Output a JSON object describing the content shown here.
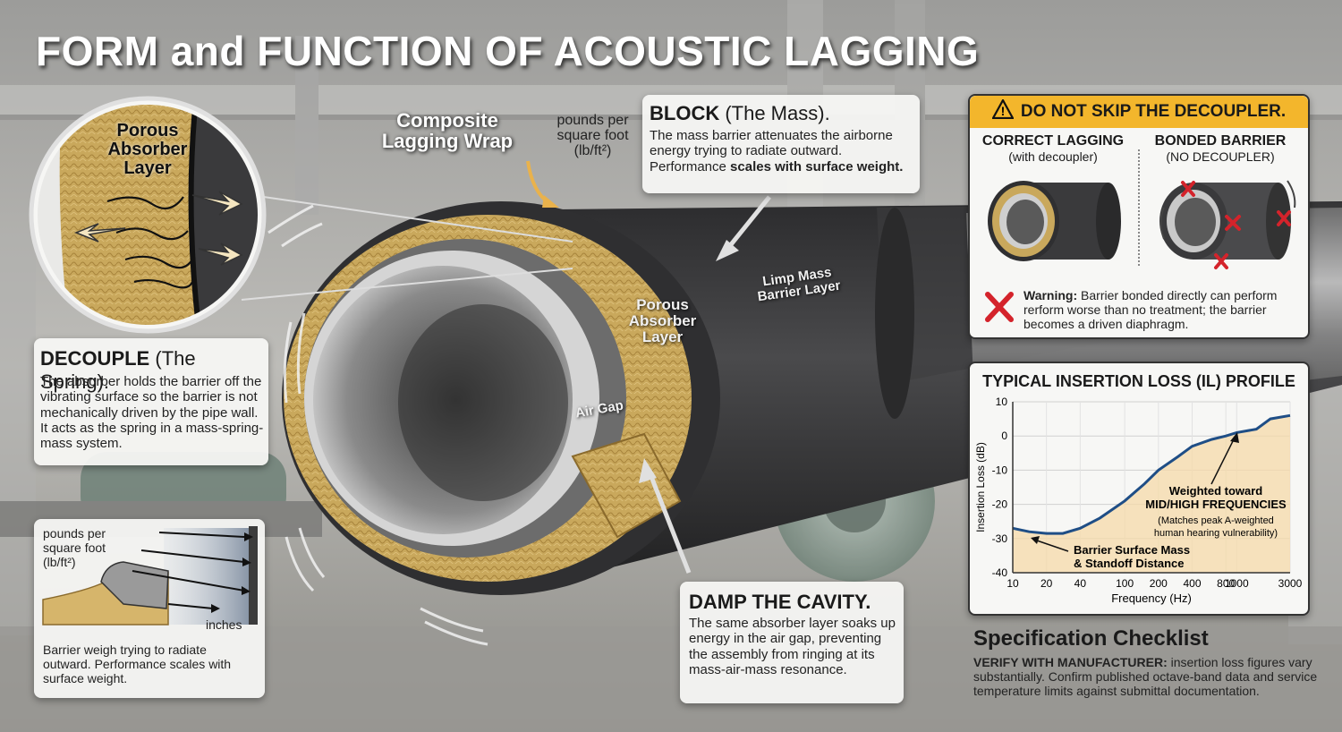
{
  "title": "FORM and FUNCTION OF ACOUSTIC LAGGING",
  "labels": {
    "composite_wrap": "Composite Lagging Wrap",
    "pounds_note": "pounds per square foot (lb/ft²)",
    "porous_absorber_circle": "Porous Absorber Layer",
    "porous_absorber_pipe": "Porous Absorber Layer",
    "limp_mass": "Limp Mass Barrier Layer",
    "air_gap": "Air Gap"
  },
  "block": {
    "heading_bold": "BLOCK",
    "heading_rest": " (The Mass).",
    "text": "The mass barrier attenuates the airborne energy trying to radiate outward. Performance ",
    "text_bold": "scales with surface weight."
  },
  "decouple": {
    "heading_bold": "DECOUPLE",
    "heading_rest": " (The Spring).",
    "text": "The absorber holds the barrier off the vibrating surface so the barrier is not mechanically driven by the pipe wall. It acts as the spring in a mass-spring-mass system."
  },
  "damp": {
    "heading": "DAMP THE CAVITY.",
    "text": "The same absorber layer soaks up energy in the air gap, preventing the assembly from ringing at its mass-air-mass resonance."
  },
  "mini": {
    "pounds": "pounds per square foot (lb/ft²)",
    "inches": "inches",
    "caption": "Barrier weigh trying to radiate outward. Performance scales with surface weight."
  },
  "warning": {
    "header": "DO NOT SKIP THE DECOUPLER.",
    "correct_title": "CORRECT LAGGING",
    "correct_sub": "(with decoupler)",
    "bonded_title": "BONDED BARRIER",
    "bonded_sub": "(NO DECOUPLER)",
    "warn_bold": "Warning:",
    "warn_text": " Barrier bonded directly can perform rerform worse than no treatment; the barrier becomes a driven diaphragm."
  },
  "spec": {
    "title": "Specification Checklist",
    "bold": "VERIFY WITH MANUFACTURER:",
    "text": " insertion loss figures vary substantially. Confirm published octave-band data and service temperature limits against submittal documentation."
  },
  "chart_data": {
    "type": "line",
    "title": "TYPICAL INSERTION LOSS (IL) PROFILE",
    "xlabel": "Frequency (Hz)",
    "ylabel": "Insertion Loss (dB)",
    "x_ticks": [
      "10",
      "20",
      "40",
      "100",
      "200",
      "400",
      "800",
      "1000",
      "3000"
    ],
    "y_ticks": [
      10,
      0,
      -10,
      -20,
      -30,
      -40
    ],
    "ylim": [
      -40,
      10
    ],
    "x": [
      10,
      14,
      20,
      28,
      40,
      60,
      100,
      150,
      200,
      300,
      400,
      600,
      800,
      1000,
      1500,
      2000,
      3000
    ],
    "values": [
      -27,
      -28,
      -28.5,
      -28.5,
      -27,
      -24,
      -19,
      -14,
      -10,
      -6,
      -3,
      -1,
      0,
      1,
      2,
      5,
      6
    ],
    "annotations": [
      {
        "lines": [
          "Weighted toward",
          "MID/HIGH FREQUENCIES"
        ],
        "sub": [
          "(Matches peak A-weighted",
          "human hearing vulnerability)"
        ]
      },
      {
        "lines": [
          "Barrier Surface Mass",
          "& Standoff Distance"
        ]
      }
    ],
    "colors": {
      "line": "#1f4e86",
      "fill": "#f6d9a8"
    }
  }
}
